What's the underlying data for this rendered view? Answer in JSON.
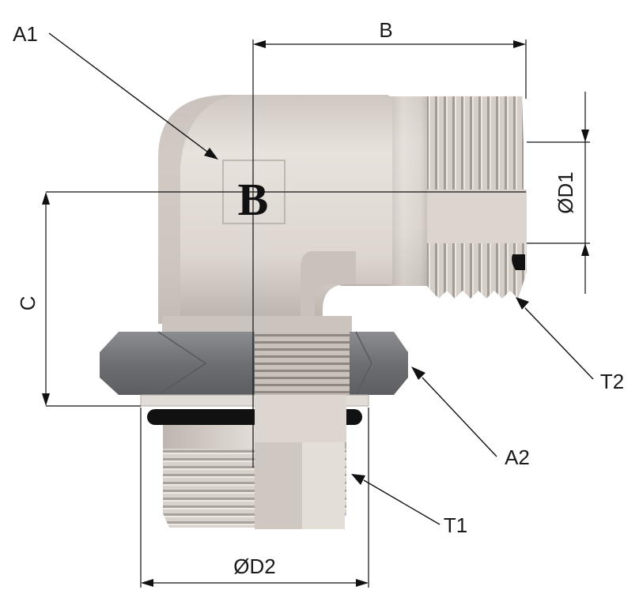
{
  "labels": {
    "a1": "A1",
    "a2": "A2",
    "b": "B",
    "c": "C",
    "d1": "ØD1",
    "d2": "ØD2",
    "t1": "T1",
    "t2": "T2",
    "emboss": "B"
  },
  "colors": {
    "body": "#ddd6d0",
    "body_shadow": "#b9b1ab",
    "hex_nut": "#77797c",
    "seal_ring": "#111111",
    "line": "#111111"
  }
}
